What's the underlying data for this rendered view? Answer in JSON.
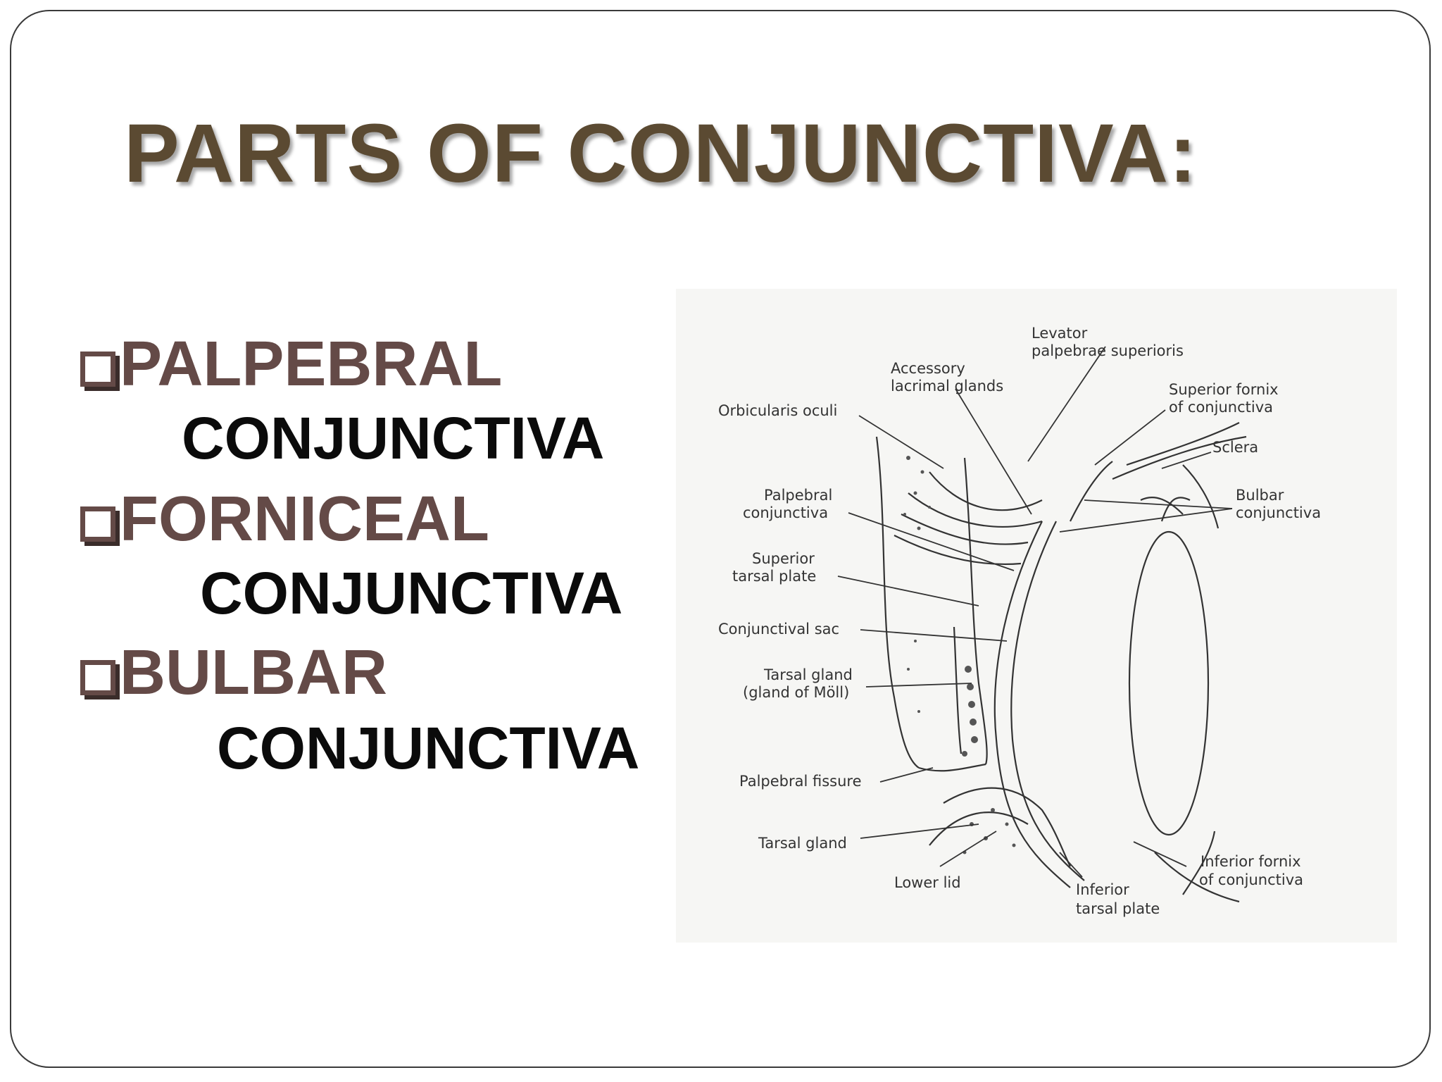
{
  "slide": {
    "title": "PARTS OF CONJUNCTIVA:",
    "bullets": [
      {
        "head": "PALPEBRAL",
        "sub": "CONJUNCTIVA"
      },
      {
        "head": "FORNICEAL",
        "sub": "CONJUNCTIVA"
      },
      {
        "head": "BULBAR",
        "sub": "CONJUNCTIVA"
      }
    ]
  },
  "diagram": {
    "labels": {
      "levator": [
        "Levator",
        "palpebrae superioris"
      ],
      "accessory": [
        "Accessory",
        "lacrimal glands"
      ],
      "orbicularis": [
        "Orbicularis oculi"
      ],
      "superior_fornix": [
        "Superior fornix",
        "of conjunctiva"
      ],
      "sclera": [
        "Sclera"
      ],
      "palpebral_conj": [
        "Palpebral",
        "conjunctiva"
      ],
      "bulbar_conj": [
        "Bulbar",
        "conjunctiva"
      ],
      "superior_tarsal": [
        "Superior",
        "tarsal plate"
      ],
      "conj_sac": [
        "Conjunctival sac"
      ],
      "tarsal_moll": [
        "Tarsal gland",
        "(gland of Möll)"
      ],
      "palpebral_fissure": [
        "Palpebral fissure"
      ],
      "tarsal_gland": [
        "Tarsal gland"
      ],
      "lower_lid": [
        "Lower lid"
      ],
      "inferior_tarsal": [
        "Inferior",
        "tarsal plate"
      ],
      "inferior_fornix": [
        "Inferior fornix",
        "of conjunctiva"
      ]
    }
  },
  "colors": {
    "title": "#5b4a32",
    "bullet_head": "#644a47",
    "bullet_sub": "#0b0b0b"
  }
}
